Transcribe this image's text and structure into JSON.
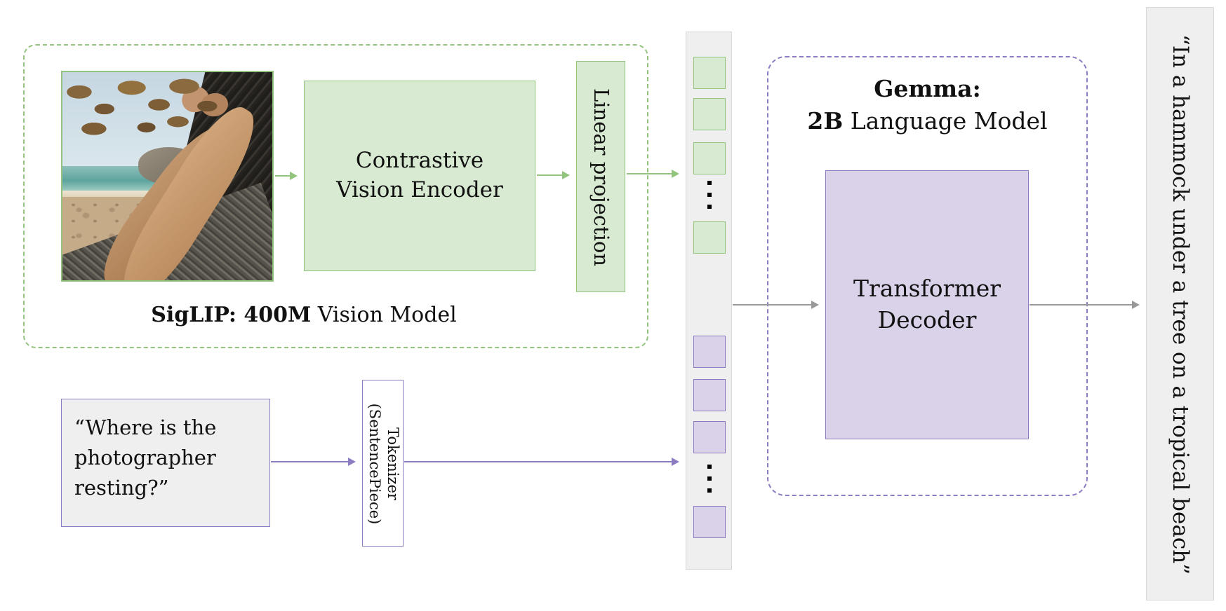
{
  "colors": {
    "green_fill": "#d9ead3",
    "green_border": "#93c47d",
    "purple_fill": "#d9d2e9",
    "purple_border": "#8e7cc3",
    "gray_fill": "#efefef",
    "gray_border": "#d9d9d9",
    "arrow_gray": "#999999",
    "text_color": "#111111"
  },
  "siglip": {
    "caption_bold": "SigLIP: 400M",
    "caption_regular": " Vision Model",
    "encoder_line1": "Contrastive",
    "encoder_line2": "Vision Encoder",
    "projection_label": "Linear projection"
  },
  "question": {
    "text": "“Where is the photographer resting?”"
  },
  "tokenizer": {
    "line1": "Tokenizer",
    "line2": "(SentencePiece)"
  },
  "gemma": {
    "title_line1": "Gemma:",
    "title_line2_bold": "2B",
    "title_line2_regular": " Language Model",
    "decoder_line1": "Transformer",
    "decoder_line2": "Decoder"
  },
  "output": {
    "text": "“In a hammock under a tree on a tropical beach”"
  },
  "tokens": {
    "image_tokens_visible": 4,
    "text_tokens_visible": 4,
    "ellipsis_glyph": "⋮"
  }
}
